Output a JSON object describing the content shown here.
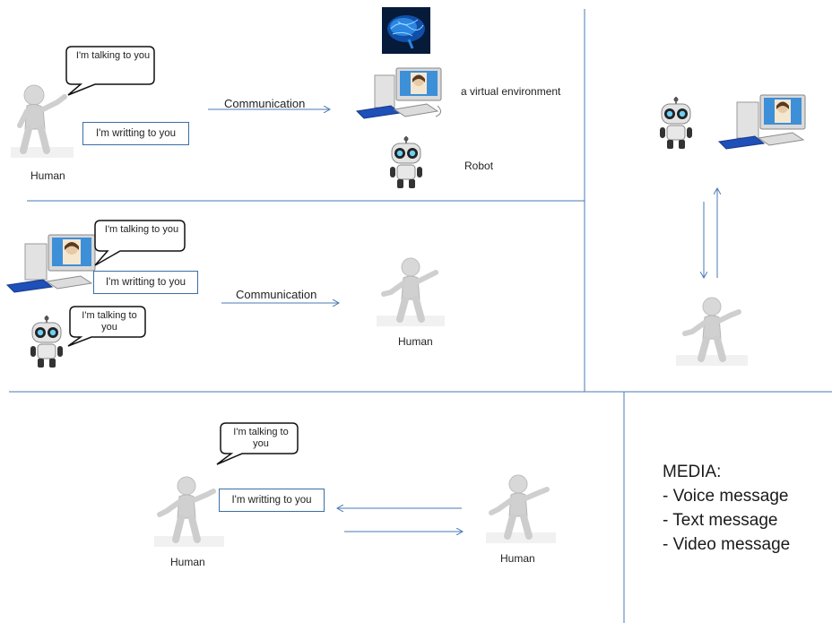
{
  "panel1": {
    "human_label": "Human",
    "bubble_text": "I'm talking to you",
    "writing_text": "I'm writting to you",
    "communication": "Communication",
    "virtual_env_label": "a virtual environment",
    "robot_label": "Robot"
  },
  "panel2": {
    "bubble_computer": "I'm talking to you",
    "writing_text": "I'm writting to you",
    "bubble_robot": "I'm talking to you",
    "communication": "Communication",
    "human_label": "Human"
  },
  "panel4": {
    "bubble_text": "I'm talking to you",
    "writing_text": "I'm writting to you",
    "human_left_label": "Human",
    "human_right_label": "Human"
  },
  "media": {
    "title": "MEDIA:",
    "items": [
      "- Voice message",
      "- Text message",
      "- Video message"
    ]
  },
  "icons": [
    "human-figure-icon",
    "speech-bubble-icon",
    "computer-icon",
    "robot-icon",
    "brain-icon",
    "arrow-icon"
  ]
}
